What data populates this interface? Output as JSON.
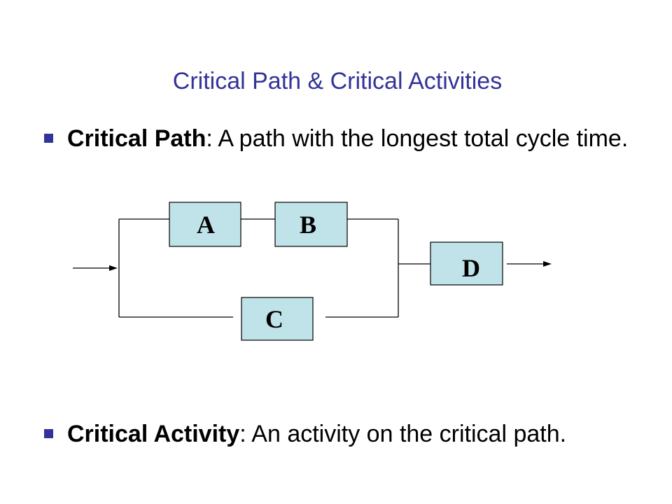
{
  "slide": {
    "title": "Critical Path & Critical Activities"
  },
  "bullets": [
    {
      "term": "Critical Path",
      "text": ": A path with the longest total cycle time."
    },
    {
      "term": "Critical Activity",
      "text": ": An activity on the critical path."
    }
  ],
  "diagram": {
    "nodes": [
      {
        "id": "A",
        "label": "A"
      },
      {
        "id": "B",
        "label": "B"
      },
      {
        "id": "C",
        "label": "C"
      },
      {
        "id": "D",
        "label": "D"
      }
    ],
    "edges": [
      {
        "from": "input",
        "to": "split"
      },
      {
        "from": "split",
        "to": "A"
      },
      {
        "from": "A",
        "to": "B"
      },
      {
        "from": "B",
        "to": "join"
      },
      {
        "from": "split",
        "to": "C"
      },
      {
        "from": "C",
        "to": "join"
      },
      {
        "from": "join",
        "to": "D"
      },
      {
        "from": "D",
        "to": "output"
      }
    ],
    "colors": {
      "box_fill": "#BFE3E8",
      "line": "#000000"
    }
  }
}
